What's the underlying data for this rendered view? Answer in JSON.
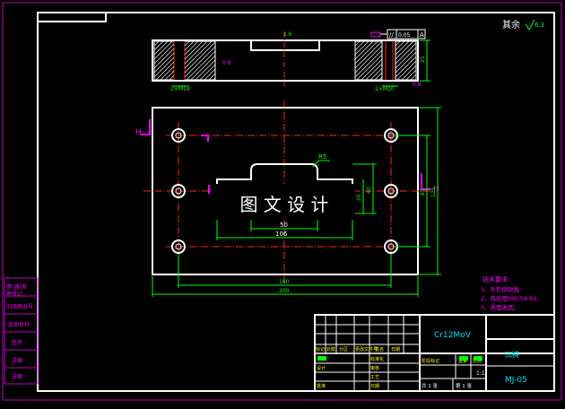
{
  "colors": {
    "background": "#000000",
    "outline": "#ffffff",
    "sheet_border": "#c000c0",
    "centerline": "#ff2020",
    "dimension": "#00ff00",
    "annotation": "#ff00ff",
    "title_text": "#ffffff",
    "cyan": "#00e0ff",
    "yellow": "#ffff00"
  },
  "surface_note": {
    "label": "其余",
    "value": "6.3"
  },
  "top_view": {
    "gdt_symbol": "//",
    "gdt_tolerance": "0.05",
    "gdt_datum": "A",
    "left_label": "2×M14",
    "right_label": "2×M10",
    "height_dim": "25",
    "roughness_left": "0.8",
    "roughness_center": "1.6",
    "roughness_right": "0.8"
  },
  "front_view": {
    "radius_label": "R5",
    "width_50": "50",
    "width_106": "106",
    "height_40": "40",
    "height_20": "20",
    "height_85": "85",
    "height_125": "125",
    "width_160": "160",
    "width_200": "200",
    "section_left": "H",
    "section_right": "H"
  },
  "watermark": {
    "text": "图 文 设 计"
  },
  "tech_requirements": {
    "title": "技术要求:",
    "items": [
      "1、外形倒锐角;",
      "2、热处理HRC58-62;",
      "3、表面发黑。"
    ]
  },
  "left_column": {
    "cells": [
      "借(通)用",
      "件登记",
      "旧底图总号",
      "底图总号",
      "签名",
      "日期",
      "日期"
    ]
  },
  "title_block": {
    "material": "Cr12MoV",
    "part_name": "凹模",
    "drawing_no": "MJ-05",
    "scale": "1:1",
    "sheet_label_total": "共 1 张",
    "sheet_label_num": "第 1 张",
    "header_cells": [
      "标记",
      "处数",
      "分区",
      "更改文件号",
      "签名",
      "日期"
    ],
    "role_design": "设计",
    "role_standardize": "标准化",
    "role_review": "审核",
    "role_process": "工艺",
    "role_approve": "批准",
    "stage_label": "阶段标记",
    "weight_label": "重量",
    "scale_label": "比例",
    "date_label": "日期"
  }
}
